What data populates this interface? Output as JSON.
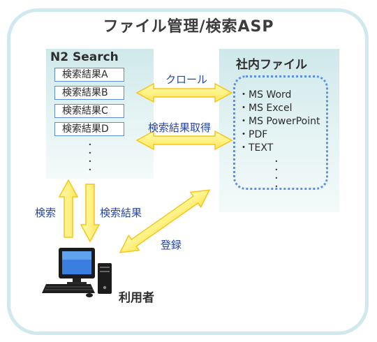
{
  "title": "ファイル管理/検索ASP",
  "n2_search": {
    "title": "N2 Search",
    "results": [
      "検索結果A",
      "検索結果B",
      "検索結果C",
      "検索結果D"
    ]
  },
  "internal_files": {
    "title": "社内ファイル",
    "items": [
      "・MS Word",
      "・MS Excel",
      "・MS PowerPoint",
      "・PDF",
      "・TEXT"
    ]
  },
  "arrows": {
    "crawl": "クロール",
    "get_results": "検索結果取得",
    "search": "検索",
    "search_results": "検索結果",
    "register": "登録"
  },
  "user": {
    "label": "利用者"
  },
  "colors": {
    "arrow_fill": "#fff27a",
    "arrow_stroke": "#f5c518",
    "dotted_border": "#5d8fe8"
  }
}
